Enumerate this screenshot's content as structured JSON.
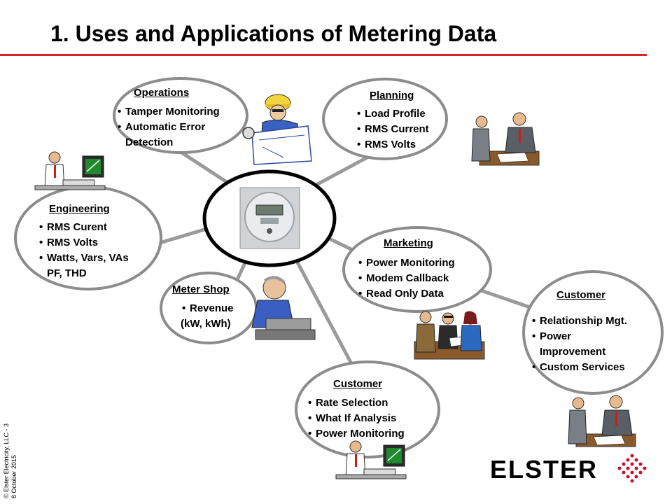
{
  "title": "1.  Uses and Applications of Metering Data",
  "colors": {
    "accent_rule": "#d9261c",
    "ellipse_border": "#8c8c8c",
    "center_border": "#000000",
    "logo_red": "#c8102e"
  },
  "bubbles": {
    "operations": {
      "header": "Operations",
      "items": [
        "Tamper Monitoring",
        "Automatic Error",
        "Detection"
      ]
    },
    "planning": {
      "header": "Planning",
      "items": [
        "Load Profile",
        "RMS Current",
        "RMS Volts"
      ]
    },
    "engineering": {
      "header": "Engineering",
      "items": [
        "RMS Curent",
        "RMS Volts",
        "Watts, Vars, VAs",
        "PF, THD"
      ]
    },
    "marketing": {
      "header": "Marketing",
      "items": [
        "Power Monitoring",
        "Modem Callback",
        "Read Only Data"
      ]
    },
    "meter_shop": {
      "header": "Meter Shop",
      "items": [
        "Revenue",
        "(kW, kWh)"
      ]
    },
    "customer_right": {
      "header": "Customer",
      "items": [
        "Relationship Mgt.",
        "Power",
        "Improvement",
        "Custom Services"
      ]
    },
    "customer_bottom": {
      "header": "Customer",
      "items": [
        "Rate Selection",
        "What If Analysis",
        "Power Monitoring"
      ]
    }
  },
  "icons": [
    "meter-photo",
    "engineer-hardhat-icon",
    "business-meeting-icon",
    "computer-user-icon",
    "meter-technician-icon",
    "business-team-icon",
    "elster-diamond-logo"
  ],
  "footer": {
    "line1": "© Elster Electricity, LLC - 3",
    "line2": "8 October 2015"
  },
  "logo": {
    "text": "ELSTER"
  }
}
